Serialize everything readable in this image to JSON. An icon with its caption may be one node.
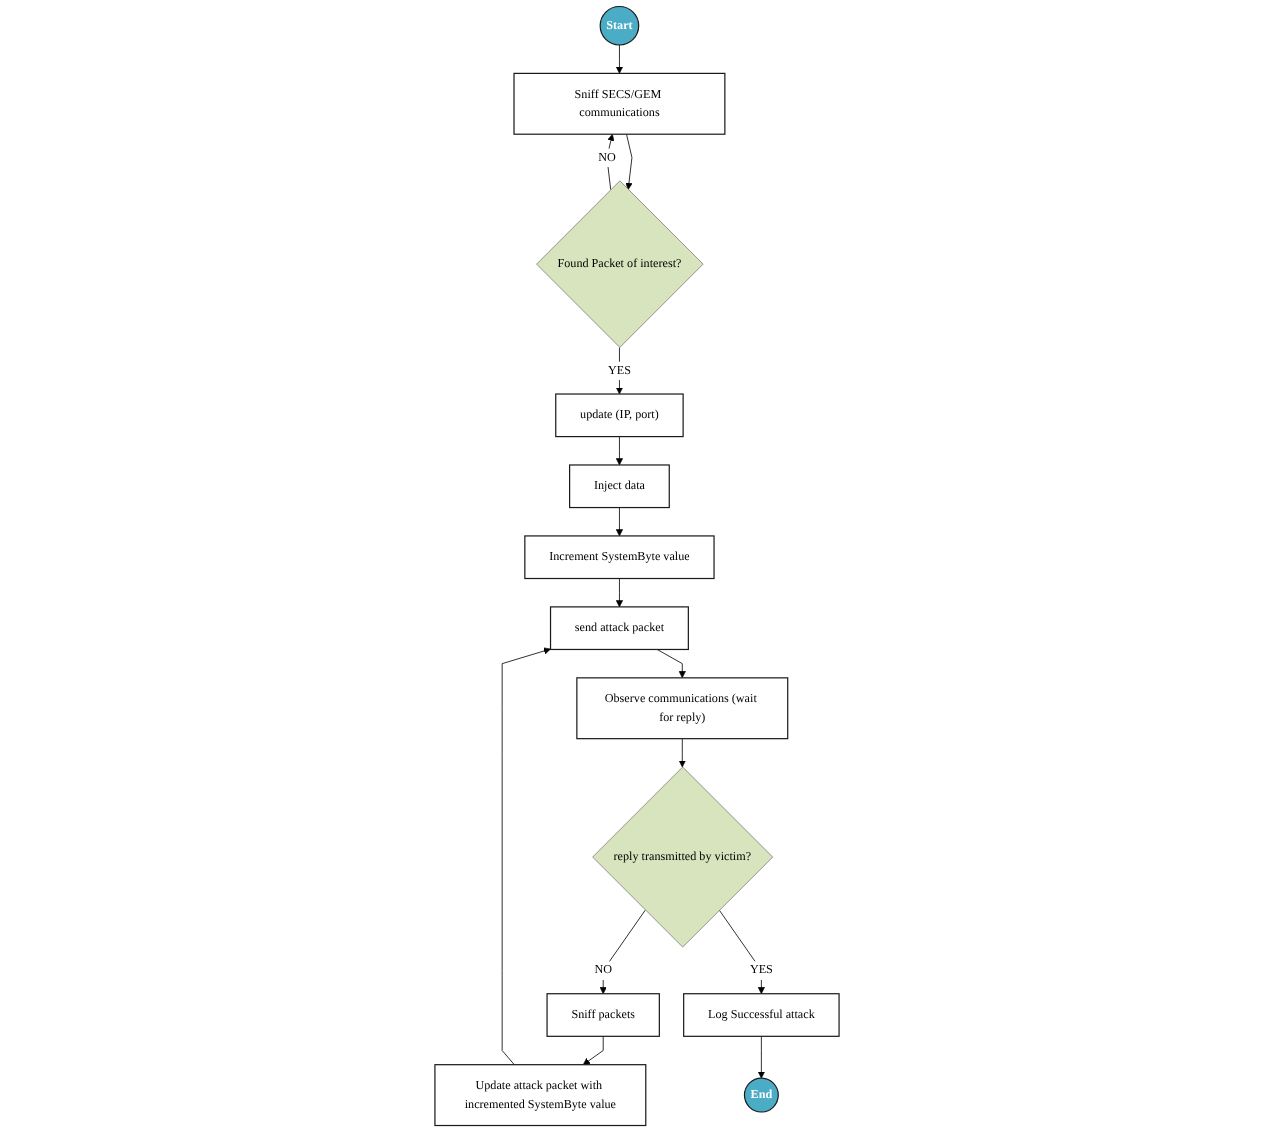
{
  "diagram": {
    "nodes": [
      {
        "text": [
          "Start"
        ]
      },
      {
        "text": [
          "Sniff SECS/GEM communications"
        ]
      },
      {
        "text": [
          "Found Packet of interest?"
        ]
      },
      {
        "text": [
          "update (IP, port)"
        ]
      },
      {
        "text": [
          "Inject data"
        ]
      },
      {
        "text": [
          "Increment SystemByte value"
        ]
      },
      {
        "text": [
          "send attack packet"
        ]
      },
      {
        "text": [
          "Observe communications (wait for reply)"
        ]
      },
      {
        "text": [
          "reply transmitted by victim?"
        ]
      },
      {
        "text": [
          "Sniff packets"
        ]
      },
      {
        "text": [
          "Update attack packet with incremented SystemByte value"
        ]
      },
      {
        "text": [
          "Log Successful attack"
        ]
      },
      {
        "text": [
          "End"
        ]
      }
    ],
    "edges": [
      {
        "from": 0,
        "to": 1,
        "arrow": "to"
      },
      {
        "from": 1,
        "to": 2,
        "arrow": "to"
      },
      {
        "from": 2,
        "to": 1,
        "label": "NO",
        "arrow": "to"
      },
      {
        "from": 2,
        "to": 3,
        "label": "YES",
        "arrow": "to"
      },
      {
        "from": 3,
        "to": 4,
        "arrow": "to"
      },
      {
        "from": 4,
        "to": 5,
        "arrow": "to"
      },
      {
        "from": 5,
        "to": 6,
        "arrow": "to"
      },
      {
        "from": 6,
        "to": 7,
        "arrow": "to"
      },
      {
        "from": 7,
        "to": 8,
        "arrow": "to"
      },
      {
        "from": 8,
        "to": 9,
        "label": "NO",
        "arrow": "to"
      },
      {
        "from": 9,
        "to": 10,
        "arrow": "to"
      },
      {
        "from": 10,
        "to": 6,
        "arrow": "to"
      },
      {
        "from": 8,
        "to": 11,
        "label": "YES",
        "arrow": "to"
      },
      {
        "from": 11,
        "to": 12,
        "arrow": "to"
      }
    ]
  }
}
